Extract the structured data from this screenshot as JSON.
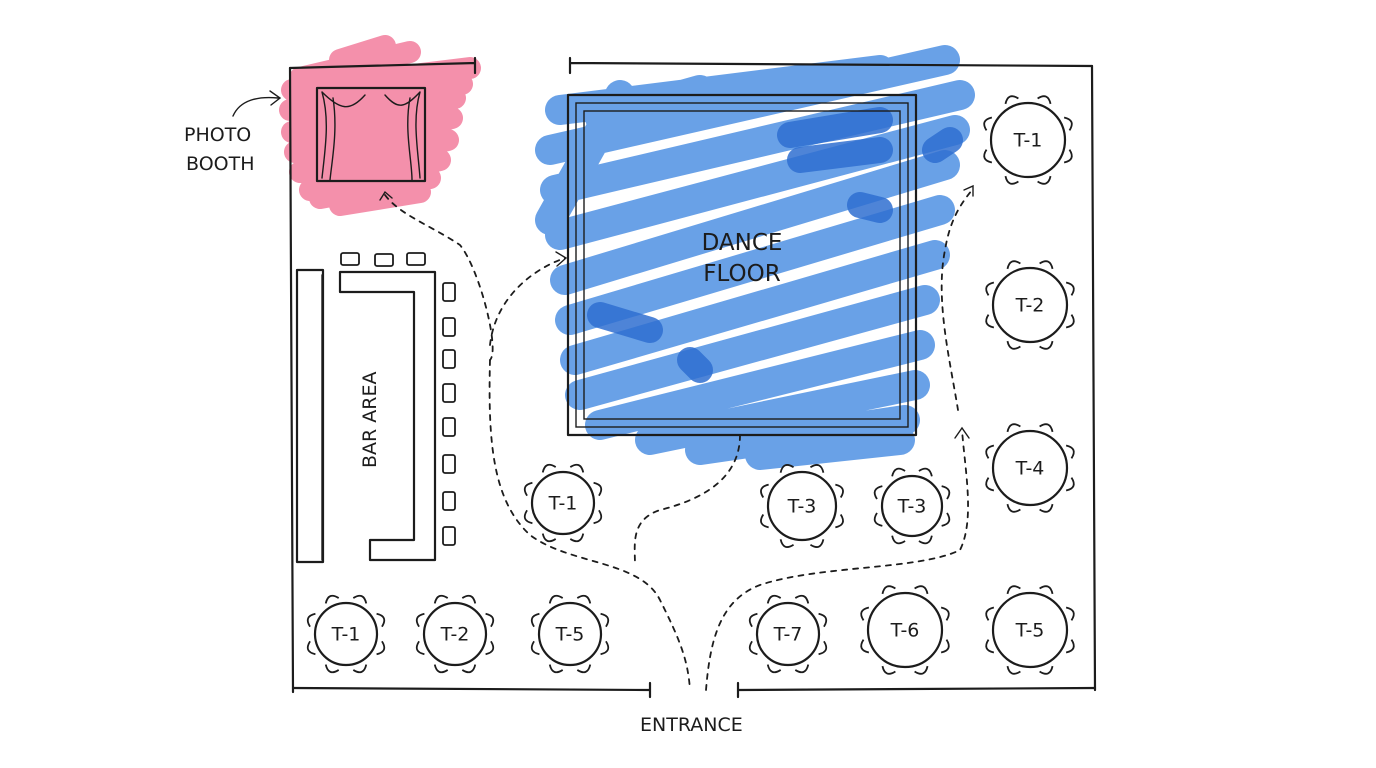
{
  "labels": {
    "photo_booth_line1": "PHOTO",
    "photo_booth_line2": "BOOTH",
    "dance_floor_line1": "DANCE",
    "dance_floor_line2": "FLOOR",
    "bar_area": "BAR AREA",
    "entrance": "ENTRANCE"
  },
  "colors": {
    "photo_booth_highlight": "#f06b8f",
    "dance_floor_highlight": "#3f86e0",
    "ink": "#1c1c1c"
  },
  "tables": [
    {
      "id": "right-1",
      "label": "T-1"
    },
    {
      "id": "right-2",
      "label": "T-2"
    },
    {
      "id": "right-4",
      "label": "T-4"
    },
    {
      "id": "right-5",
      "label": "T-5"
    },
    {
      "id": "mid-1",
      "label": "T-1"
    },
    {
      "id": "mid-3a",
      "label": "T-3"
    },
    {
      "id": "mid-3b",
      "label": "T-3"
    },
    {
      "id": "bottom-1",
      "label": "T-1"
    },
    {
      "id": "bottom-2",
      "label": "T-2"
    },
    {
      "id": "bottom-5",
      "label": "T-5"
    },
    {
      "id": "bottom-7",
      "label": "T-7"
    },
    {
      "id": "bottom-6",
      "label": "T-6"
    }
  ]
}
